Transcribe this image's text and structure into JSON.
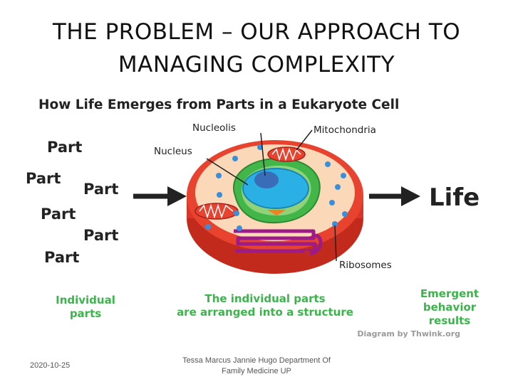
{
  "slide": {
    "title_line1": "THE PROBLEM – OUR APPROACH TO",
    "title_line2": "MANAGING COMPLEXITY"
  },
  "diagram": {
    "heading": "How Life Emerges from Parts in a Eukaryote Cell",
    "parts": [
      "Part",
      "Part",
      "Part",
      "Part",
      "Part",
      "Part"
    ],
    "labels": {
      "nucleolis": "Nucleolis",
      "nucleus": "Nucleus",
      "mitochondria": "Mitochondria",
      "ribosomes": "Ribosomes",
      "life": "Life"
    },
    "captions": {
      "individual_1": "Individual",
      "individual_2": "parts",
      "arranged_1": "The individual parts",
      "arranged_2": "are arranged into a structure",
      "emergent_1": "Emergent",
      "emergent_2": "behavior",
      "emergent_3": "results"
    },
    "credit": "Diagram by Thwink.org",
    "colors": {
      "caption_green": "#3ab54a",
      "cell_outer": "#e8432e",
      "cytoplasm": "#fbd9b8",
      "er_green": "#43b649",
      "nucleus_blue": "#2ab0e4",
      "nucleolus_blue": "#3a6db8",
      "golgi_purple": "#9c1b86"
    }
  },
  "footer": {
    "date": "2020-10-25",
    "credit_line1": "Tessa Marcus Jannie Hugo Department Of",
    "credit_line2": "Family Medicine UP"
  }
}
